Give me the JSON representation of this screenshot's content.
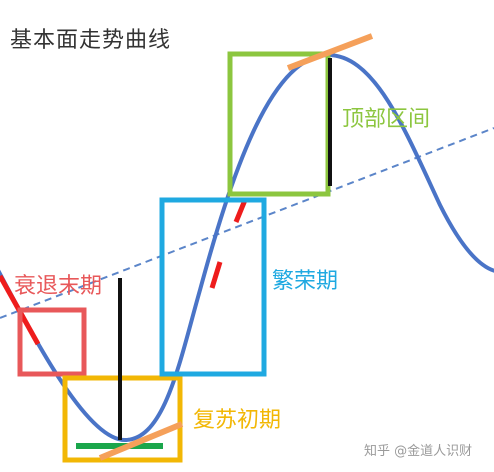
{
  "title": "基本面走势曲线",
  "phases": {
    "recession": {
      "label": "衰退末期",
      "color": "#e8585a"
    },
    "recovery": {
      "label": "复苏初期",
      "color": "#f2b705"
    },
    "boom": {
      "label": "繁荣期",
      "color": "#1fa9e1"
    },
    "top": {
      "label": "顶部区间",
      "color": "#8cc63f"
    }
  },
  "colors": {
    "curve": "#4a74c7",
    "trend_line": "#5b85c9",
    "highlight_segment": "#ee1c1c",
    "tangent_line": "#f5a05a",
    "bottom_marker": "#1aa64b",
    "marker_line": "#111111"
  },
  "watermark": "知乎 @金道人识财"
}
